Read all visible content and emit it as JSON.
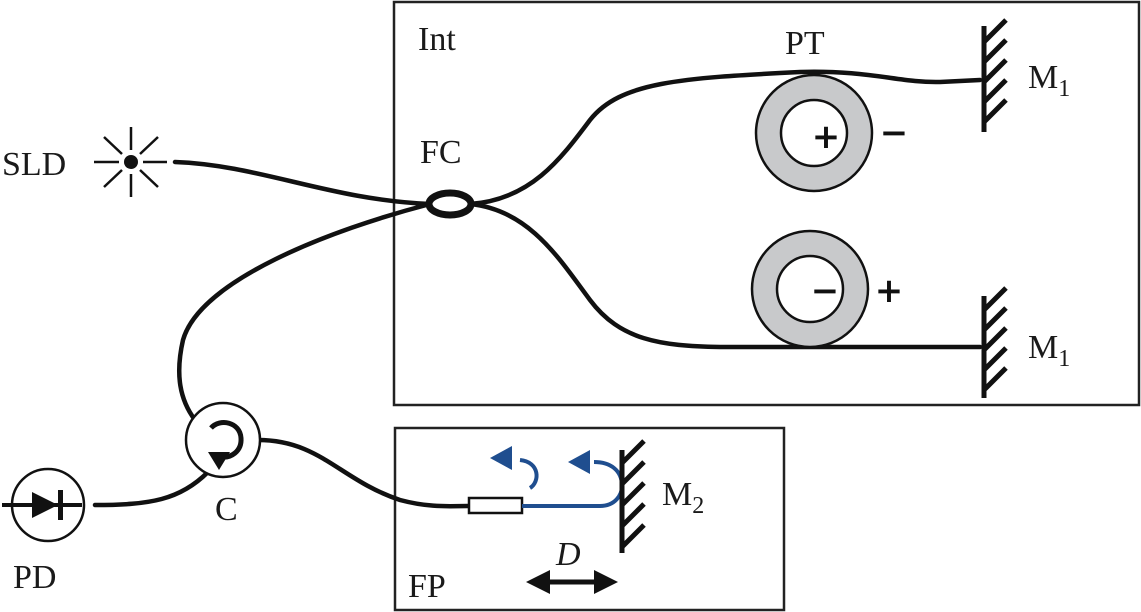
{
  "diagram": {
    "title": "Fiber-optic interferometer with Fabry-Perot sensor",
    "labels": {
      "source": "SLD",
      "coupler": "FC",
      "interferometer_box": "Int",
      "piezo_tube": "PT",
      "mirror_upper": "M",
      "mirror_upper_sub": "1",
      "mirror_lower": "M",
      "mirror_lower_sub": "1",
      "circulator": "C",
      "photodiode": "PD",
      "fp_box": "FP",
      "fp_mirror": "M",
      "fp_mirror_sub": "2",
      "distance": "D"
    },
    "piezo_signs": {
      "upper_inner": "+",
      "upper_outer": "−",
      "lower_inner": "−",
      "lower_outer": "+"
    },
    "colors": {
      "line": "#111111",
      "piezo_fill": "#c8c9cb",
      "reflection_arrow": "#1f4e8f"
    }
  }
}
